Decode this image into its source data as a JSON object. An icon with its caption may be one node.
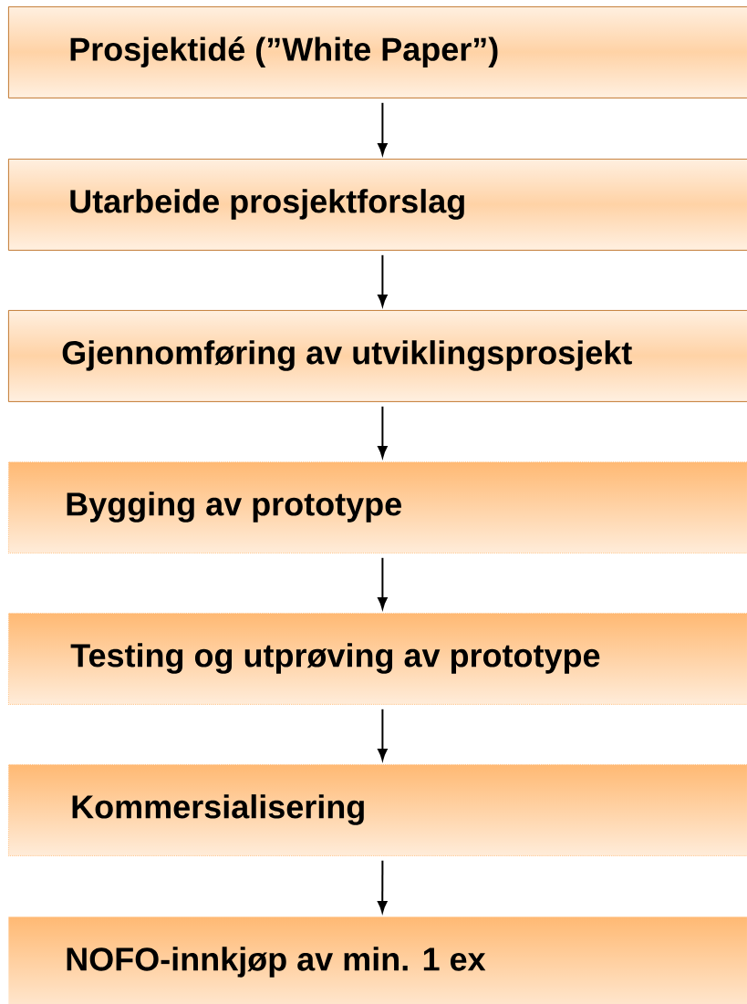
{
  "diagram": {
    "nodes": [
      {
        "text": [
          "Prosjektidé  (”White Paper”)"
        ]
      },
      {
        "text": [
          "Utarbeide prosjektforslag"
        ]
      },
      {
        "text": [
          "Gjennomføring av utviklingsprosjekt"
        ]
      },
      {
        "text": [
          "Bygging av prototype"
        ]
      },
      {
        "text": [
          "Testing og utprøving av prototype"
        ]
      },
      {
        "text": [
          "Kommersialisering"
        ]
      },
      {
        "text": [
          "NOFO-innkjøp av min. 1 ex"
        ]
      }
    ],
    "edges": [
      {
        "from": 0,
        "to": 1,
        "arrow": "to"
      },
      {
        "from": 1,
        "to": 2,
        "arrow": "to"
      },
      {
        "from": 2,
        "to": 3,
        "arrow": "to"
      },
      {
        "from": 3,
        "to": 4,
        "arrow": "to"
      },
      {
        "from": 4,
        "to": 5,
        "arrow": "to"
      },
      {
        "from": 5,
        "to": 6,
        "arrow": "to"
      }
    ]
  }
}
